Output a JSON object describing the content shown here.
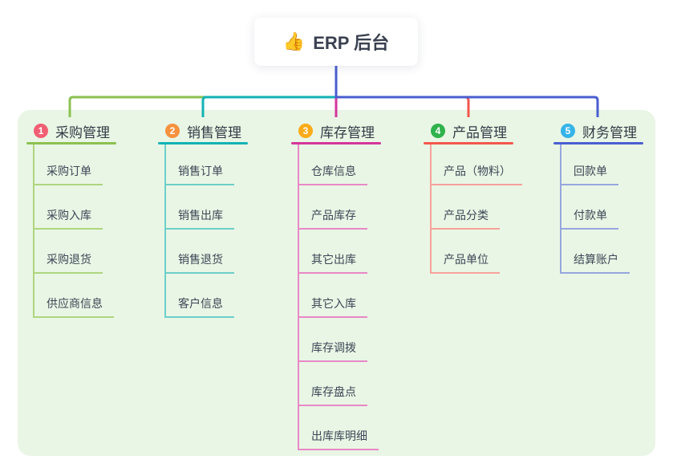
{
  "root": {
    "icon": "👍",
    "label": "ERP 后台"
  },
  "panel": {
    "background": "#e9f6e5"
  },
  "trunk_color": "#4a5ed0",
  "branches": [
    {
      "num": "1",
      "label": "采购管理",
      "badge_color": "#f25e72",
      "line_color": "#8cc152",
      "sub_line_color": "#aed57f",
      "children": [
        "采购订单",
        "采购入库",
        "采购退货",
        "供应商信息"
      ]
    },
    {
      "num": "2",
      "label": "销售管理",
      "badge_color": "#f6913e",
      "line_color": "#12b2b4",
      "sub_line_color": "#6ecfc9",
      "children": [
        "销售订单",
        "销售出库",
        "销售退货",
        "客户信息"
      ]
    },
    {
      "num": "3",
      "label": "库存管理",
      "badge_color": "#fbab19",
      "line_color": "#d3369b",
      "sub_line_color": "#e888c6",
      "children": [
        "仓库信息",
        "产品库存",
        "其它出库",
        "其它入库",
        "库存调拨",
        "库存盘点",
        "出库库明细"
      ]
    },
    {
      "num": "4",
      "label": "产品管理",
      "badge_color": "#2fb24c",
      "line_color": "#f3564d",
      "sub_line_color": "#f7a19b",
      "children": [
        "产品（物料）",
        "产品分类",
        "产品单位"
      ]
    },
    {
      "num": "5",
      "label": "财务管理",
      "badge_color": "#35b4e9",
      "line_color": "#4a5ed0",
      "sub_line_color": "#97a6df",
      "children": [
        "回款单",
        "付款单",
        "结算账户"
      ]
    }
  ]
}
